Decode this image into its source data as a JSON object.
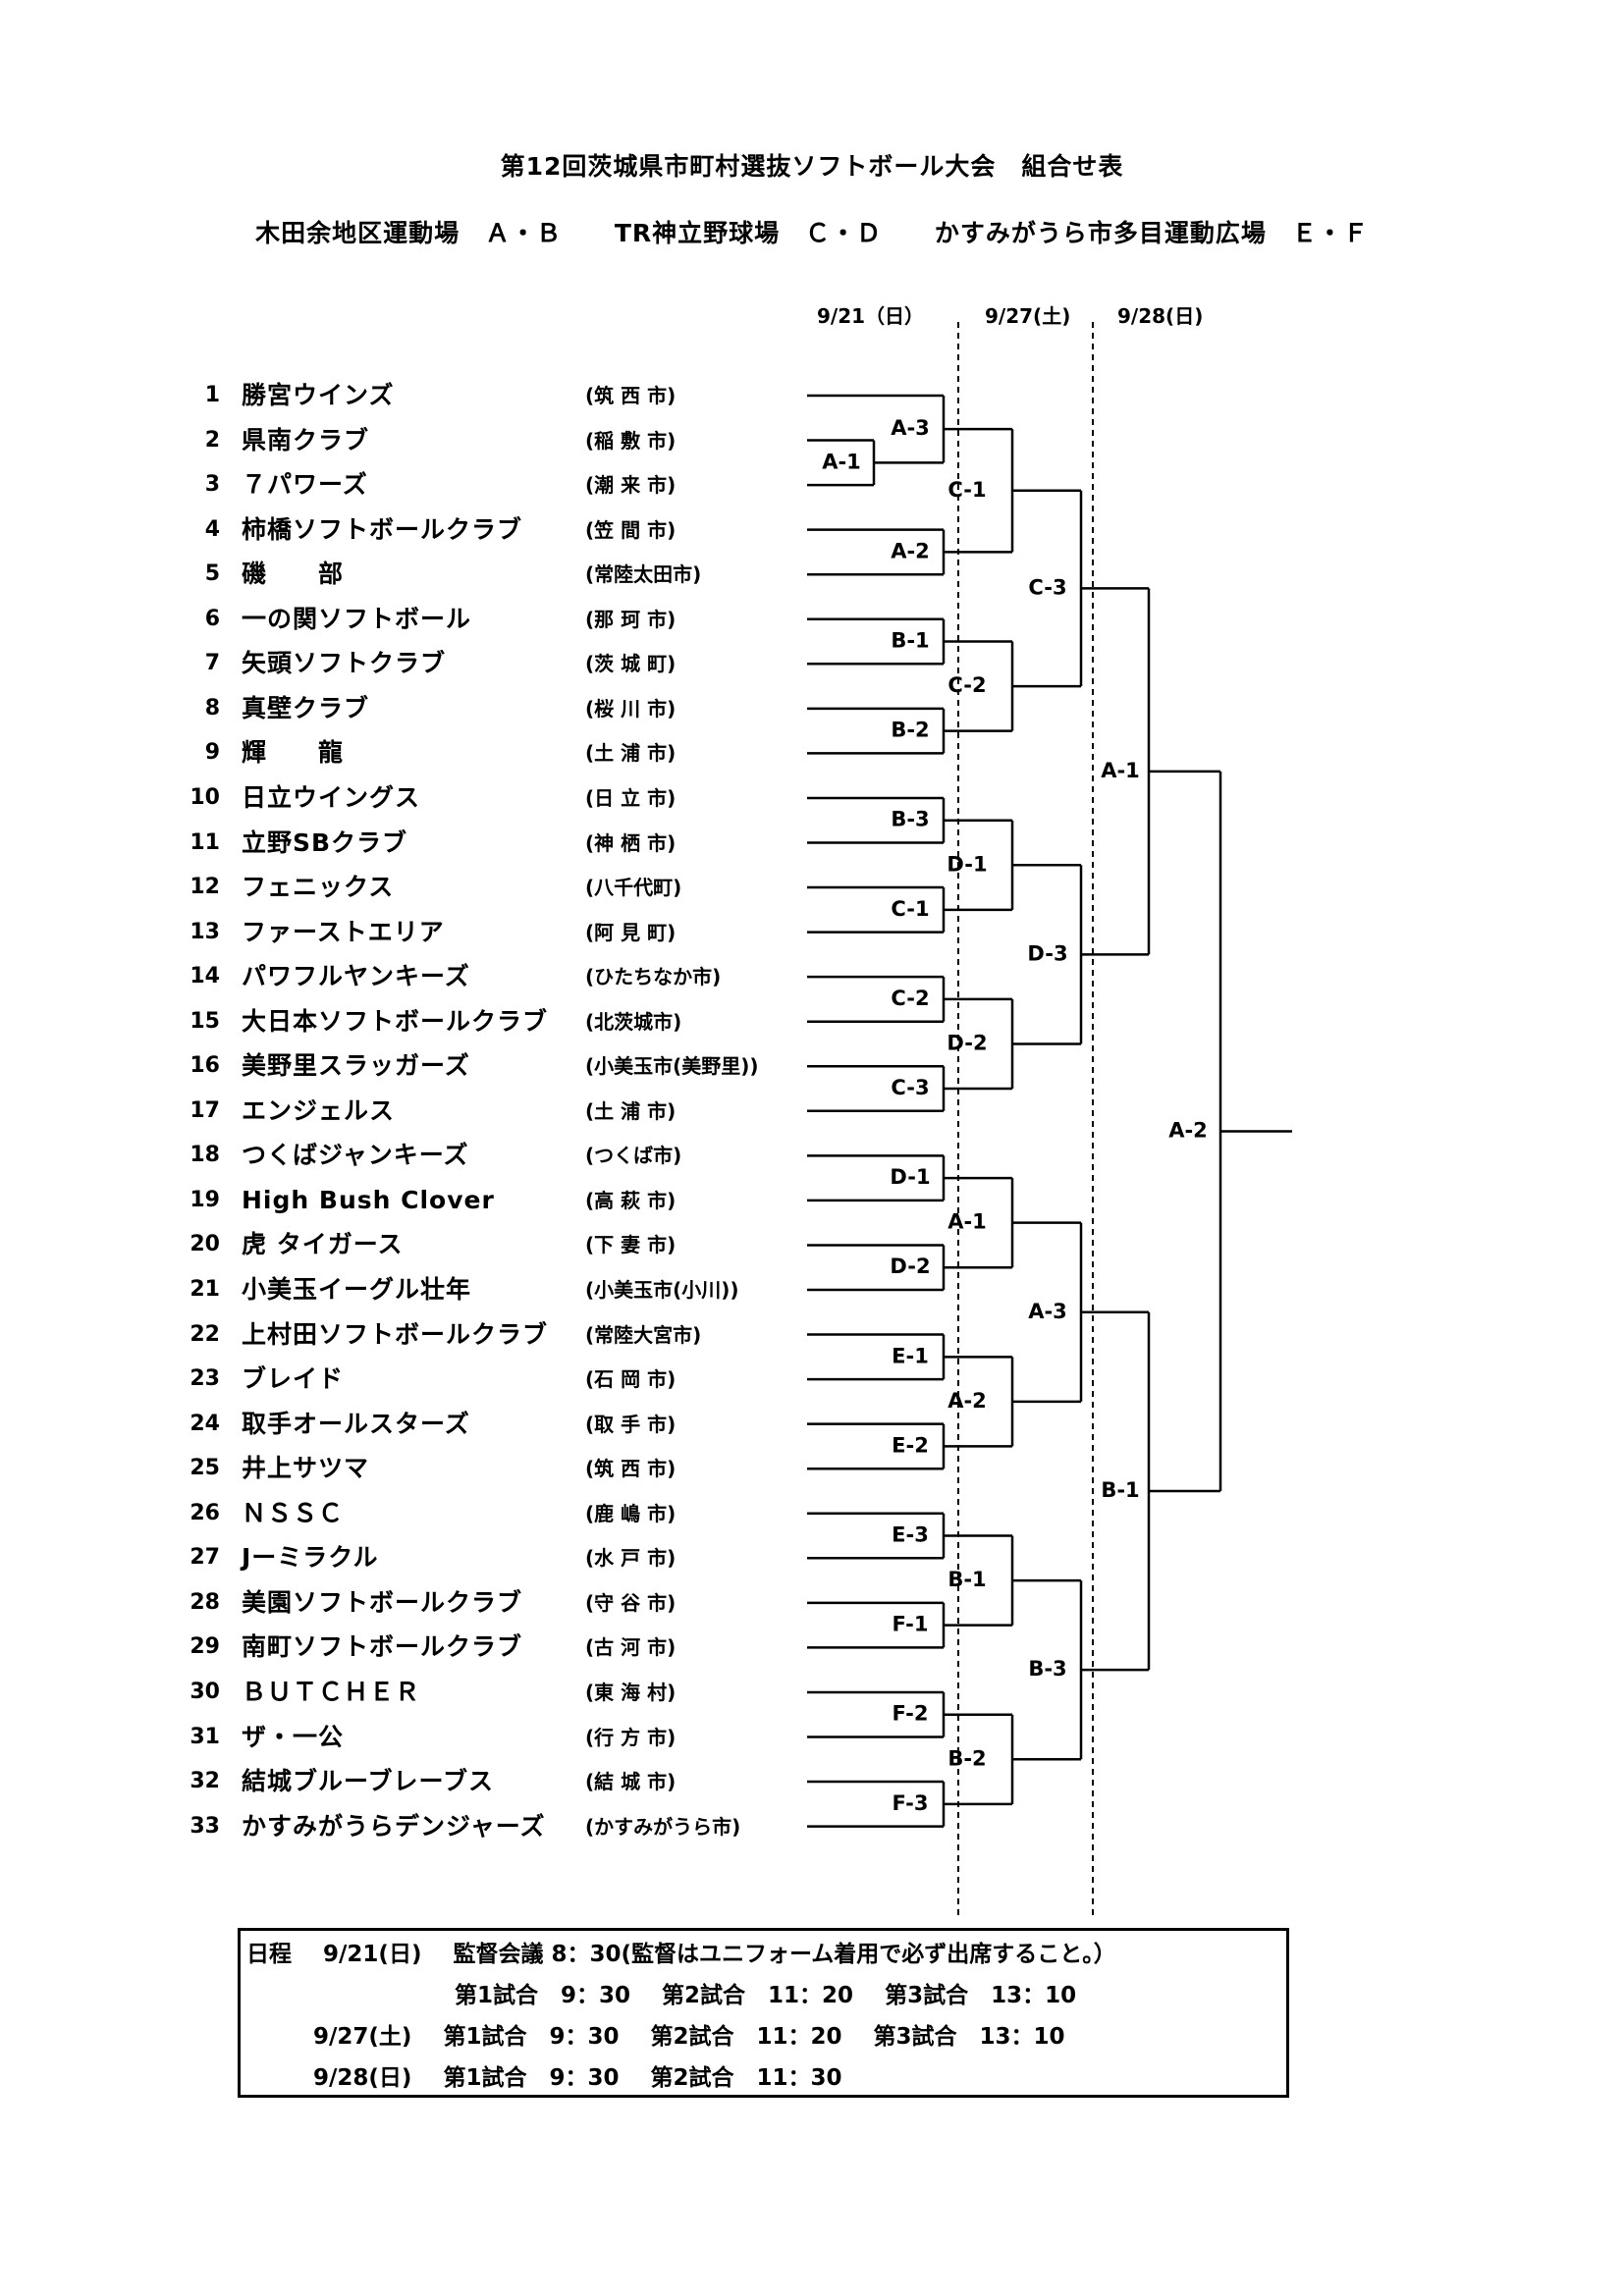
{
  "title": "第12回茨城県市町村選抜ソフトボール大会　組合せ表",
  "venues": [
    "木田余地区運動場　Ａ・Ｂ",
    "TR神立野球場　Ｃ・Ｄ",
    "かすみがうら市多目運動広場　Ｅ・Ｆ"
  ],
  "dates": [
    "9/21（日）",
    "9/27(土)",
    "9/28(日)"
  ],
  "teams": [
    {
      "num": "1",
      "name": "勝宮ウインズ",
      "city": "(筑 西 市)"
    },
    {
      "num": "2",
      "name": "県南クラブ",
      "city": "(稲 敷 市)"
    },
    {
      "num": "3",
      "name": "７パワーズ",
      "city": "(潮 来 市)"
    },
    {
      "num": "4",
      "name": "柿橋ソフトボールクラブ",
      "city": "(笠 間 市)"
    },
    {
      "num": "5",
      "name": "磯　　部",
      "city": "(常陸太田市)"
    },
    {
      "num": "6",
      "name": "一の関ソフトボール",
      "city": "(那 珂 市)"
    },
    {
      "num": "7",
      "name": "矢頭ソフトクラブ",
      "city": "(茨 城 町)"
    },
    {
      "num": "8",
      "name": "真壁クラブ",
      "city": "(桜 川 市)"
    },
    {
      "num": "9",
      "name": "輝　　龍",
      "city": "(土 浦 市)"
    },
    {
      "num": "10",
      "name": "日立ウイングス",
      "city": "(日 立 市)"
    },
    {
      "num": "11",
      "name": "立野SBクラブ",
      "city": "(神 栖 市)"
    },
    {
      "num": "12",
      "name": "フェニックス",
      "city": "(八千代町)"
    },
    {
      "num": "13",
      "name": "ファーストエリア",
      "city": "(阿 見 町)"
    },
    {
      "num": "14",
      "name": "パワフルヤンキーズ",
      "city": "(ひたちなか市)"
    },
    {
      "num": "15",
      "name": "大日本ソフトボールクラブ",
      "city": "(北茨城市)"
    },
    {
      "num": "16",
      "name": "美野里スラッガーズ",
      "city": "(小美玉市(美野里))"
    },
    {
      "num": "17",
      "name": "エンジェルス",
      "city": "(土 浦 市)"
    },
    {
      "num": "18",
      "name": "つくばジャンキーズ",
      "city": "(つくば市)"
    },
    {
      "num": "19",
      "name": "High Bush Clover",
      "city": "(高 萩 市)"
    },
    {
      "num": "20",
      "name": "虎 タイガース",
      "city": "(下 妻 市)"
    },
    {
      "num": "21",
      "name": "小美玉イーグル壮年",
      "city": "(小美玉市(小川))"
    },
    {
      "num": "22",
      "name": "上村田ソフトボールクラブ",
      "city": "(常陸大宮市)"
    },
    {
      "num": "23",
      "name": "ブレイド",
      "city": "(石 岡 市)"
    },
    {
      "num": "24",
      "name": "取手オールスターズ",
      "city": "(取 手 市)"
    },
    {
      "num": "25",
      "name": "井上サツマ",
      "city": "(筑 西 市)"
    },
    {
      "num": "26",
      "name": "ＮＳＳＣ",
      "city": "(鹿 嶋 市)"
    },
    {
      "num": "27",
      "name": "Jーミラクル",
      "city": "(水 戸 市)"
    },
    {
      "num": "28",
      "name": "美園ソフトボールクラブ",
      "city": "(守 谷 市)"
    },
    {
      "num": "29",
      "name": "南町ソフトボールクラブ",
      "city": "(古 河 市)"
    },
    {
      "num": "30",
      "name": "ＢＵＴＣＨＥＲ",
      "city": "(東 海 村)"
    },
    {
      "num": "31",
      "name": "ザ・一公",
      "city": "(行 方 市)"
    },
    {
      "num": "32",
      "name": "結城ブルーブレーブス",
      "city": "(結 城 市)"
    },
    {
      "num": "33",
      "name": "かすみがうらデンジャーズ",
      "city": "(かすみがうら市)"
    }
  ],
  "matches": {
    "r0": [
      "A-1"
    ],
    "r1": [
      "A-3",
      "A-2",
      "B-1",
      "B-2",
      "B-3",
      "C-1",
      "C-2",
      "C-3",
      "D-1",
      "D-2",
      "E-1",
      "E-2",
      "E-3",
      "F-1",
      "F-2",
      "F-3"
    ],
    "r2": [
      "C-1",
      "C-2",
      "D-1",
      "D-2",
      "A-1",
      "A-2",
      "B-1",
      "B-2"
    ],
    "r3": [
      "C-3",
      "D-3",
      "A-3",
      "B-3"
    ],
    "r4": [
      "A-1",
      "B-1"
    ],
    "r5": [
      "A-2"
    ]
  },
  "schedule": {
    "label": "日程",
    "day1": {
      "date": "9/21(日)",
      "meeting": "監督会議 8：30(監督はユニフォーム着用で必ず出席すること。）",
      "games": [
        "第1試合　9：30",
        "第2試合　11：20",
        "第3試合　13：10"
      ]
    },
    "day2": {
      "date": "9/27(土)",
      "games": [
        "第1試合　9：30",
        "第2試合　11：20",
        "第3試合　13：10"
      ]
    },
    "day3": {
      "date": "9/28(日)",
      "games": [
        "第1試合　9：30",
        "第2試合　11：30"
      ]
    }
  }
}
